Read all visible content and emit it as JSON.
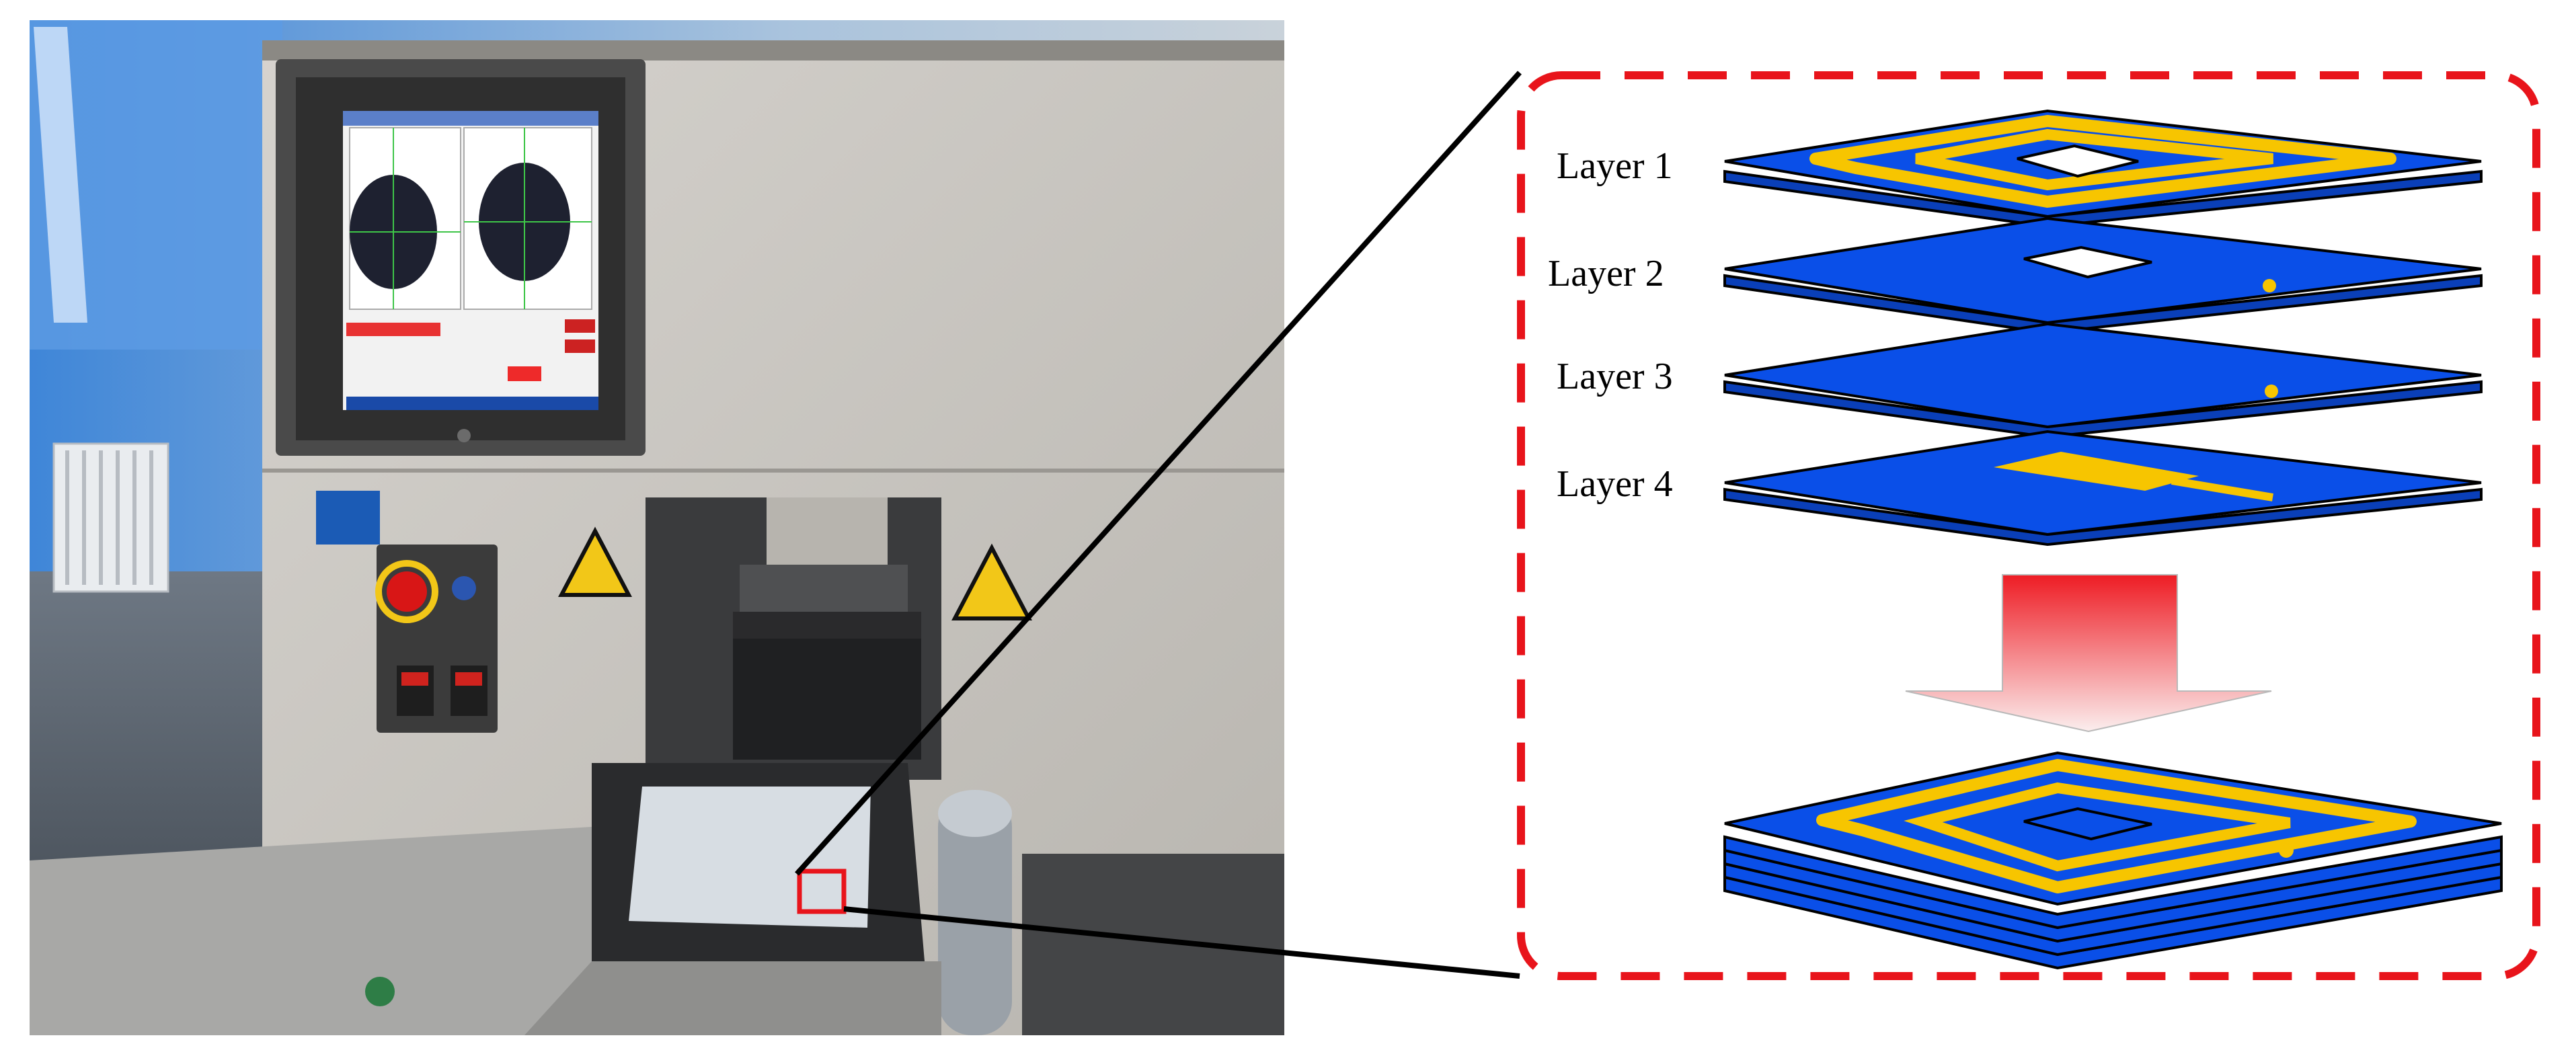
{
  "figure": {
    "photo": {
      "subject": "laminating machine photo",
      "screen_windows": 2,
      "colors": {
        "machine_body": "#c9c6c0",
        "screen_frame": "#4a4a4a",
        "wall": "#cfd6dc",
        "floor": "#5d6670",
        "warning_yellow": "#f2c718",
        "highlight_red": "#e8141b"
      }
    },
    "zoom_panel": {
      "border_color": "#e8141b",
      "border_style": "dashed",
      "layers": [
        {
          "label": "Layer 1",
          "features": [
            "yellow spiral coil",
            "square cut-out"
          ]
        },
        {
          "label": "Layer 2",
          "features": [
            "square cut-out",
            "via dot"
          ]
        },
        {
          "label": "Layer 3",
          "features": [
            "via dot"
          ]
        },
        {
          "label": "Layer 4",
          "features": [
            "yellow pad and trace"
          ]
        }
      ],
      "arrow": {
        "direction": "down",
        "gradient_top": "#ee1c24",
        "gradient_bottom": "#ffffff"
      },
      "result": "laminated stack with spiral coil",
      "colors": {
        "substrate": "#0a4fe8",
        "conductor": "#f7c500",
        "outline": "#000000"
      }
    }
  }
}
